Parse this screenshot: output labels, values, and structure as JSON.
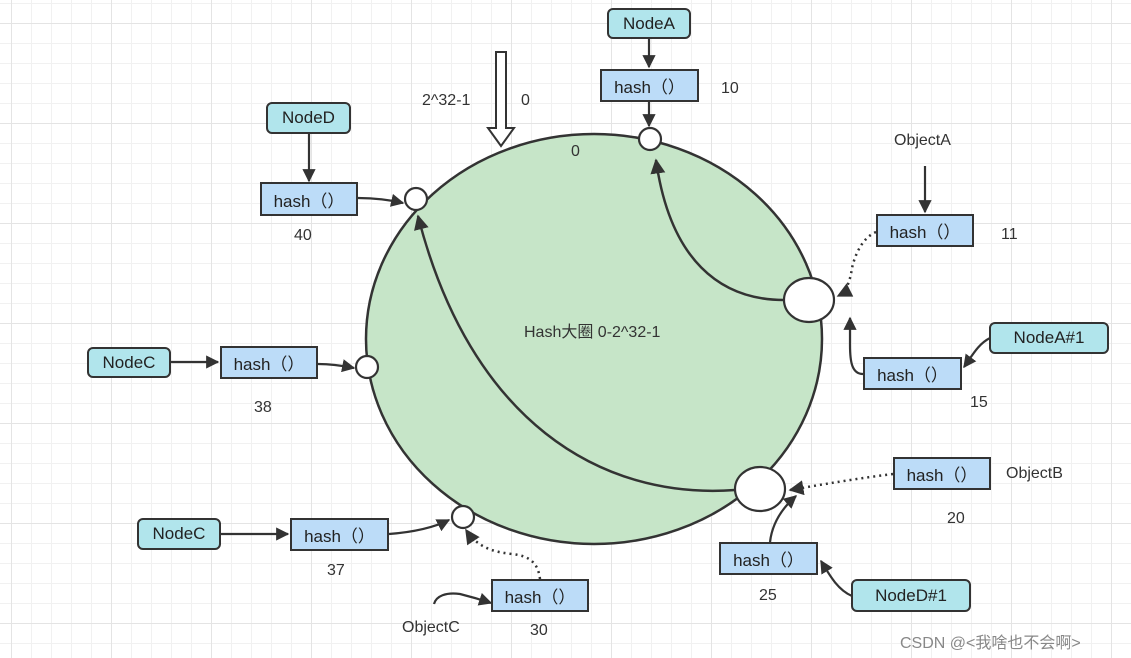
{
  "ring": {
    "label": "Hash大圈 0-2^32-1",
    "fill": "#c6e5c8",
    "stroke": "#333333"
  },
  "top_labels": {
    "max": "2^32-1",
    "zero_outer": "0",
    "zero_inner": "0"
  },
  "nodes": [
    {
      "id": "nodeA",
      "label": "NodeA",
      "hash": "hash（）",
      "value": "10"
    },
    {
      "id": "nodeD",
      "label": "NodeD",
      "hash": "hash（）",
      "value": "40"
    },
    {
      "id": "nodeC1",
      "label": "NodeC",
      "hash": "hash（）",
      "value": "38"
    },
    {
      "id": "nodeC2",
      "label": "NodeC",
      "hash": "hash（）",
      "value": "37"
    },
    {
      "id": "nodeA1",
      "label": "NodeA#1",
      "hash": "hash（）",
      "value": "15"
    },
    {
      "id": "nodeD1",
      "label": "NodeD#1",
      "hash": "hash（）",
      "value": "25"
    }
  ],
  "objects": [
    {
      "id": "objectA",
      "label": "ObjectA",
      "hash": "hash（）",
      "value": "11"
    },
    {
      "id": "objectB",
      "label": "ObjectB",
      "hash": "hash（）",
      "value": "20"
    },
    {
      "id": "objectC",
      "label": "ObjectC",
      "hash": "hash（）",
      "value": "30"
    }
  ],
  "watermark": "CSDN @<我啥也不会啊>",
  "colors": {
    "node_fill": "#b1e5ec",
    "hash_fill": "#bcdcf8",
    "stroke": "#333333"
  }
}
